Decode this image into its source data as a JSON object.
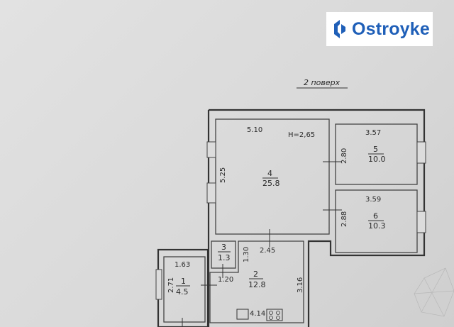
{
  "brand": {
    "name": "Ostroyke",
    "color": "#1f5fb8",
    "icon": "ostroyke-logo-icon"
  },
  "plan": {
    "title": "2 поверх",
    "height_note": "H=2,65",
    "rooms": [
      {
        "number": "4",
        "area": "25.8"
      },
      {
        "number": "5",
        "area": "10.0"
      },
      {
        "number": "6",
        "area": "10.3"
      },
      {
        "number": "3",
        "area": "1.3"
      },
      {
        "number": "2",
        "area": "12.8"
      },
      {
        "number": "1",
        "area": "4.5"
      }
    ],
    "dimensions": {
      "room4_width": "5.10",
      "room4_height": "5.25",
      "room5_width": "3.57",
      "room5_height": "2.80",
      "room6_width": "3.59",
      "room6_height": "2.88",
      "room3_height": "1.30",
      "room2_top": "2.45",
      "room2_side": "3.16",
      "room2_bottom": "4.14",
      "room1_width": "1.63",
      "room1_height": "2.71",
      "passage": "1.20"
    }
  }
}
